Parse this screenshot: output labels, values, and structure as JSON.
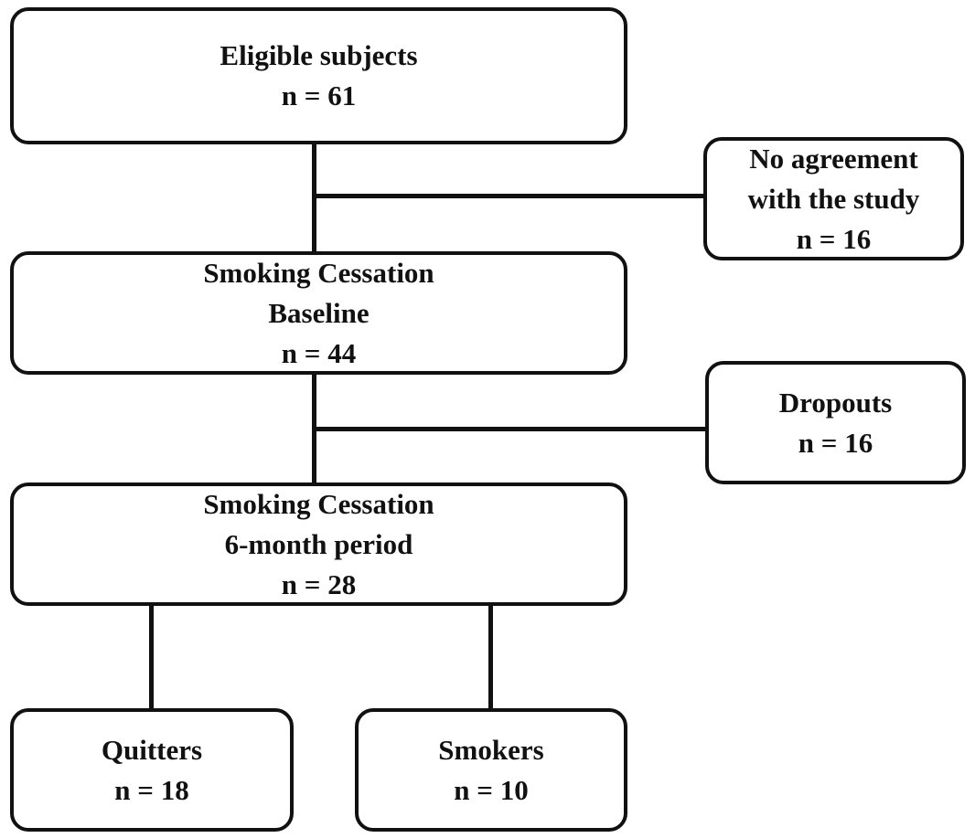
{
  "flowchart": {
    "eligible": {
      "title": "Eligible subjects",
      "count": "n = 61"
    },
    "no_agreement": {
      "line1": "No agreement",
      "line2": "with the study",
      "count": "n = 16"
    },
    "baseline": {
      "line1": "Smoking Cessation",
      "line2": "Baseline",
      "count": "n = 44"
    },
    "dropouts": {
      "title": "Dropouts",
      "count": "n = 16"
    },
    "six_month": {
      "line1": "Smoking Cessation",
      "line2": "6-month period",
      "count": "n = 28"
    },
    "quitters": {
      "title": "Quitters",
      "count": "n = 18"
    },
    "smokers": {
      "title": "Smokers",
      "count": "n = 10"
    }
  },
  "colors": {
    "stroke": "#111111",
    "background": "#ffffff"
  }
}
